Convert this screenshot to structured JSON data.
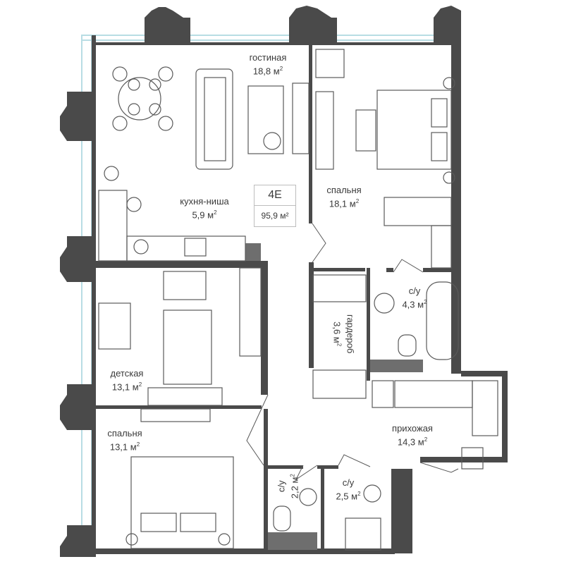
{
  "apartment": {
    "code": "4Е",
    "total_area": "95,9 м²"
  },
  "rooms": {
    "living": {
      "name": "гостиная",
      "area": "18,8 м"
    },
    "kitchen": {
      "name": "кухня-ниша",
      "area": "5,9 м"
    },
    "bedroom_master": {
      "name": "спальня",
      "area": "18,1 м"
    },
    "bathroom_master": {
      "name": "с/у",
      "area": "4,3 м"
    },
    "wardrobe": {
      "name": "гардероб",
      "area": "3,6 м"
    },
    "kids": {
      "name": "детская",
      "area": "13,1 м"
    },
    "bedroom_2": {
      "name": "спальня",
      "area": "13,1 м"
    },
    "hallway": {
      "name": "прихожая",
      "area": "14,3 м"
    },
    "bathroom_2": {
      "name": "с/у",
      "area": "2,2 м"
    },
    "bathroom_3": {
      "name": "с/у",
      "area": "2,5 м"
    }
  },
  "area_unit_sup": "2",
  "colors": {
    "wall": "#4a4a4a",
    "glazing": "#b8dde4",
    "furniture_line": "#5a5a5a",
    "fill_grey": "#6e6e6e"
  }
}
